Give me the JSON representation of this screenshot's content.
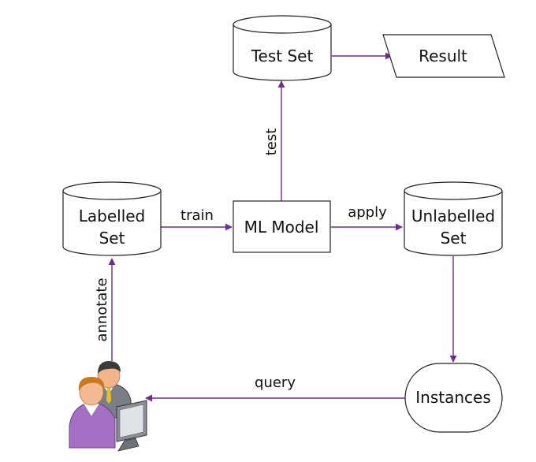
{
  "colors": {
    "edge": "#6f2c8f",
    "stroke": "#222222",
    "fill": "#ffffff"
  },
  "nodes": {
    "test_set": {
      "label": "Test Set",
      "shape": "cylinder"
    },
    "result": {
      "label": "Result",
      "shape": "parallelogram"
    },
    "labelled_set": {
      "label_line1": "Labelled",
      "label_line2": "Set",
      "shape": "cylinder"
    },
    "ml_model": {
      "label": "ML Model",
      "shape": "rectangle"
    },
    "unlabelled_set": {
      "label_line1": "Unlabelled",
      "label_line2": "Set",
      "shape": "cylinder"
    },
    "instances": {
      "label": "Instances",
      "shape": "stadium"
    },
    "annotator": {
      "icon": "users-at-computer-icon"
    }
  },
  "edges": {
    "train": "train",
    "apply": "apply",
    "test": "test",
    "query": "query",
    "annotate": "annotate"
  }
}
